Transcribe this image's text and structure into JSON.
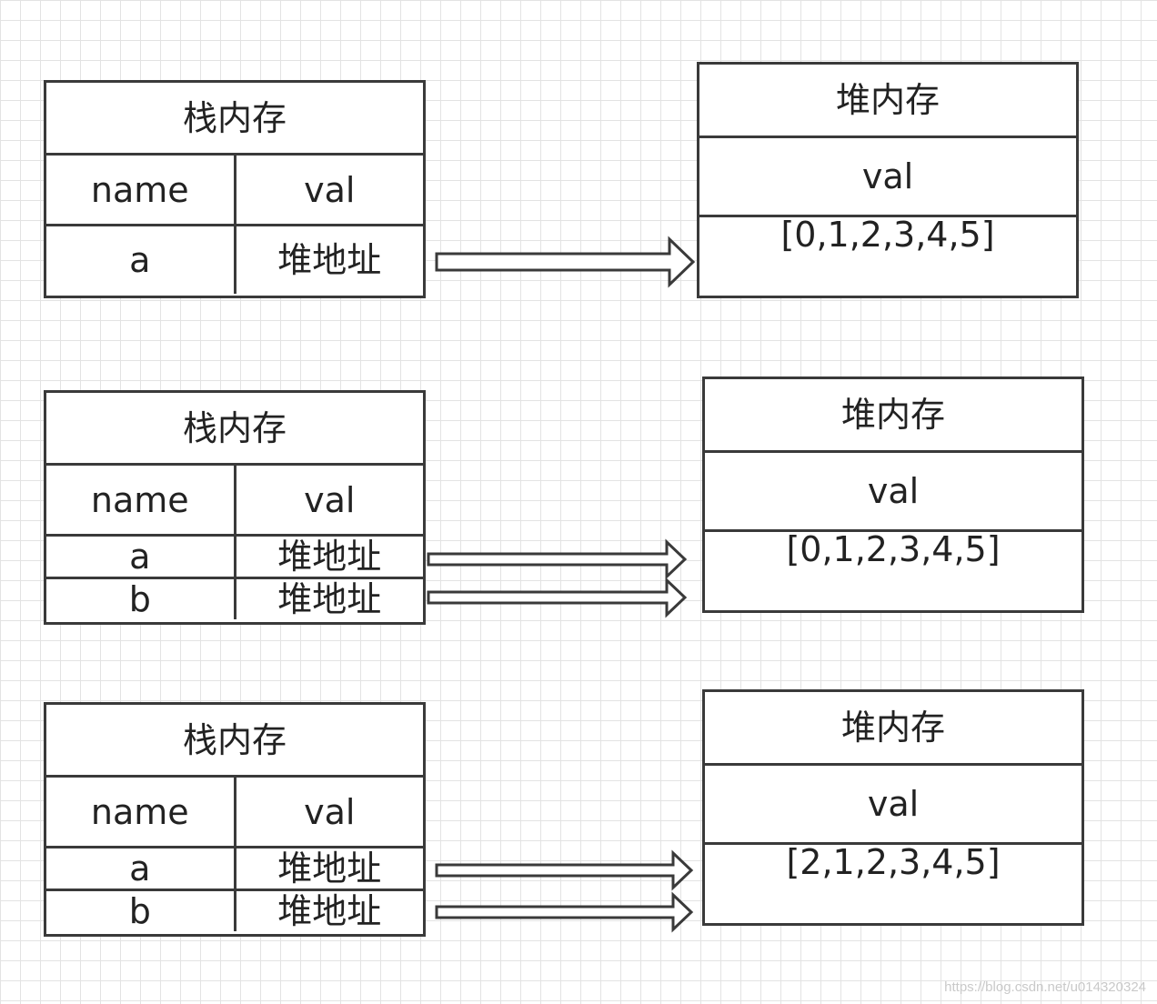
{
  "diagrams": [
    {
      "stack": {
        "title": "栈内存",
        "headers": [
          "name",
          "val"
        ],
        "rows": [
          {
            "name": "a",
            "val": "堆地址"
          }
        ]
      },
      "heap": {
        "title": "堆内存",
        "header": "val",
        "value": "[0,1,2,3,4,5]"
      }
    },
    {
      "stack": {
        "title": "栈内存",
        "headers": [
          "name",
          "val"
        ],
        "rows": [
          {
            "name": "a",
            "val": "堆地址"
          },
          {
            "name": "b",
            "val": "堆地址"
          }
        ]
      },
      "heap": {
        "title": "堆内存",
        "header": "val",
        "value": "[0,1,2,3,4,5]"
      }
    },
    {
      "stack": {
        "title": "栈内存",
        "headers": [
          "name",
          "val"
        ],
        "rows": [
          {
            "name": "a",
            "val": "堆地址"
          },
          {
            "name": "b",
            "val": "堆地址"
          }
        ]
      },
      "heap": {
        "title": "堆内存",
        "header": "val",
        "value": "[2,1,2,3,4,5]"
      }
    }
  ],
  "watermark": "https://blog.csdn.net/u014320324"
}
